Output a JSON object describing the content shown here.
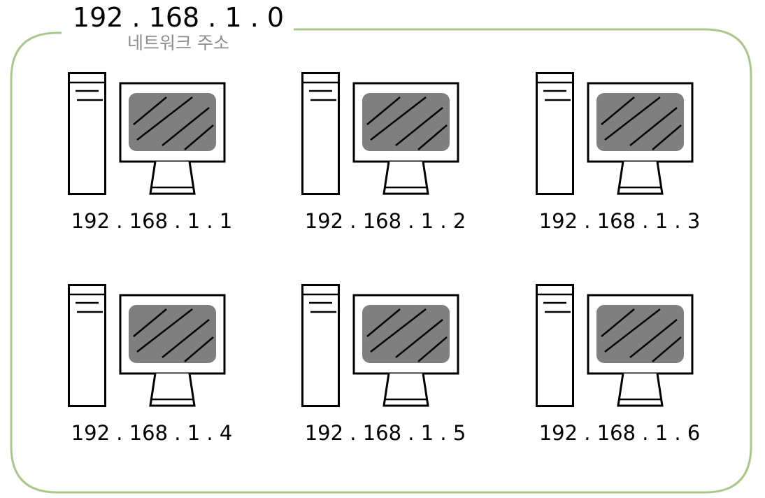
{
  "network": {
    "address": "192 . 168 . 1 . 0",
    "subtitle": "네트워크 주소",
    "frame_color": "#a9c98a"
  },
  "hosts": [
    {
      "ip": "192 . 168 . 1 . 1",
      "icon": "desktop-computer-icon"
    },
    {
      "ip": "192 . 168 . 1 . 2",
      "icon": "desktop-computer-icon"
    },
    {
      "ip": "192 . 168 . 1 . 3",
      "icon": "desktop-computer-icon"
    },
    {
      "ip": "192 . 168 . 1 . 4",
      "icon": "desktop-computer-icon"
    },
    {
      "ip": "192 . 168 . 1 . 5",
      "icon": "desktop-computer-icon"
    },
    {
      "ip": "192 . 168 . 1 . 6",
      "icon": "desktop-computer-icon"
    }
  ]
}
